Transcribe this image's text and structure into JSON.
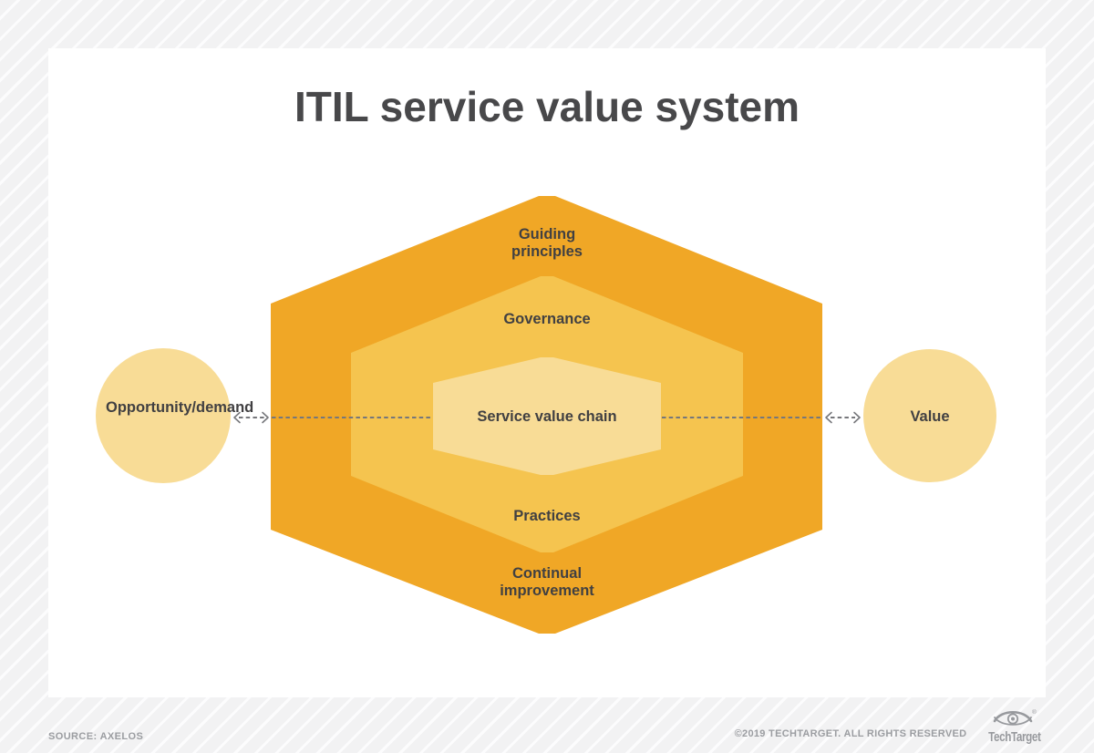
{
  "title": "ITIL service value system",
  "diagram": {
    "guiding_principles": "Guiding principles",
    "governance": "Governance",
    "service_value_chain": "Service value chain",
    "practices": "Practices",
    "continual_improvement": "Continual improvement",
    "opportunity_demand": "Opportunity/demand",
    "value": "Value"
  },
  "footer": {
    "source": "SOURCE: AXELOS",
    "copyright": "©2019 TECHTARGET. ALL RIGHTS RESERVED",
    "brand": "TechTarget",
    "registered_mark": "®"
  },
  "colors": {
    "outer_hexagon": "#F0A726",
    "middle_hexagon": "#F5C44F",
    "inner_hexagon": "#F8DC96",
    "circles": "#F8DC96",
    "label_text": "#414042",
    "title_text": "#48484A",
    "arrow": "#76777B",
    "footer_text": "#9B9DA1",
    "background_stripe": "#F2F2F3",
    "card_background": "#FFFFFF"
  }
}
